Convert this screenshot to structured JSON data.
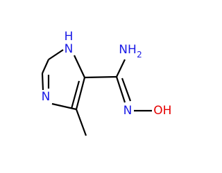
{
  "colors": {
    "bond": "#000000",
    "nitrogen": "#1a1ae6",
    "oxygen": "#e60000"
  },
  "atoms": {
    "n1": "N",
    "h1": "H",
    "n3": "N",
    "nh2": "NH",
    "nh2_sub": "2",
    "n_oxime": "N",
    "oh": "O",
    "oh_h": "H"
  }
}
